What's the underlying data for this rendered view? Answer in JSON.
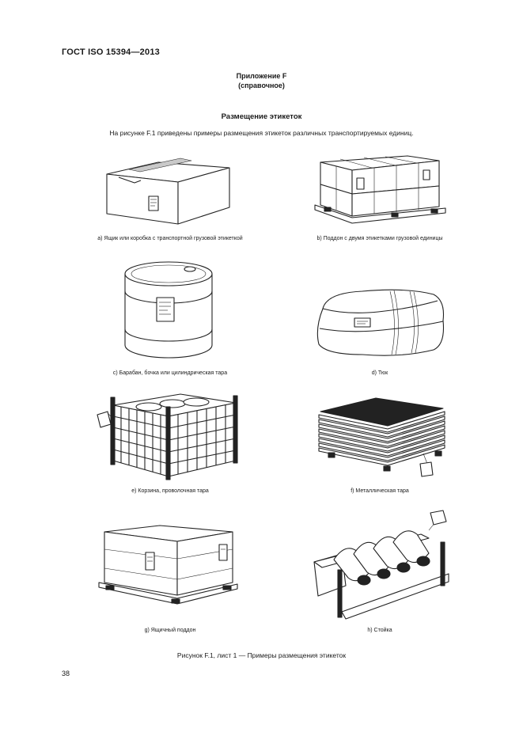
{
  "header": {
    "standard": "ГОСТ ISO 15394—2013"
  },
  "annex": {
    "title": "Приложение F",
    "subtitle": "(справочное)"
  },
  "section": {
    "heading": "Размещение этикеток",
    "intro": "На рисунке F.1 приведены примеры размещения этикеток различных транспортируемых единиц."
  },
  "figures": [
    {
      "id": "a",
      "caption": "a) Ящик или коробка с транспортной грузовой этикеткой",
      "icon": "box-with-label"
    },
    {
      "id": "b",
      "caption": "b) Поддон с двумя этикетками грузовой единицы",
      "icon": "pallet-with-boxes"
    },
    {
      "id": "c",
      "caption": "c) Барабан, бочка или цилиндрическая тара",
      "icon": "drum-barrel"
    },
    {
      "id": "d",
      "caption": "d) Тюк",
      "icon": "bale"
    },
    {
      "id": "e",
      "caption": "e) Корзина, проволочная тара",
      "icon": "wire-basket"
    },
    {
      "id": "f",
      "caption": "f) Металлическая тара",
      "icon": "metal-sheet-stack"
    },
    {
      "id": "g",
      "caption": "g) Ящичный поддон",
      "icon": "box-pallet"
    },
    {
      "id": "h",
      "caption": "h) Стойка",
      "icon": "rack-with-coils"
    }
  ],
  "figure_caption": "Рисунок F.1, лист 1 — Примеры размещения этикеток",
  "page_number": "38"
}
